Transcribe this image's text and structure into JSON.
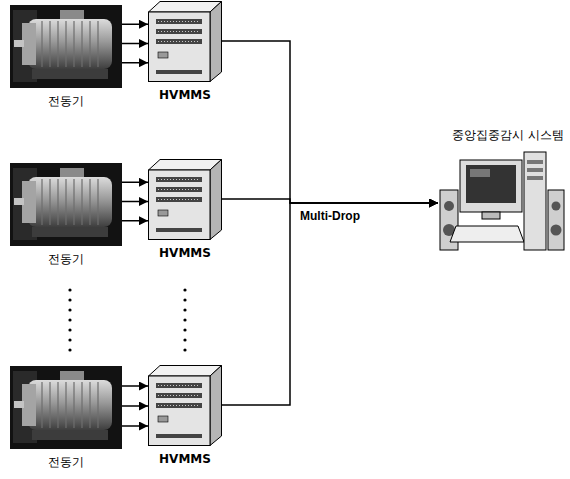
{
  "diagram": {
    "nodes": [
      {
        "text": [
          "전동기"
        ]
      },
      {
        "text": [
          "HVMMS"
        ]
      },
      {
        "text": [
          "전동기"
        ]
      },
      {
        "text": [
          "HVMMS"
        ]
      },
      {
        "text": [
          "전동기"
        ]
      },
      {
        "text": [
          "HVMMS"
        ]
      },
      {
        "text": [
          "중앙집중감시 시스템"
        ]
      }
    ],
    "edges": [
      {
        "from": 0,
        "to": 1,
        "arrow": "to"
      },
      {
        "from": 0,
        "to": 1,
        "arrow": "to"
      },
      {
        "from": 0,
        "to": 1,
        "arrow": "to"
      },
      {
        "from": 2,
        "to": 3,
        "arrow": "to"
      },
      {
        "from": 2,
        "to": 3,
        "arrow": "to"
      },
      {
        "from": 2,
        "to": 3,
        "arrow": "to"
      },
      {
        "from": 4,
        "to": 5,
        "arrow": "to"
      },
      {
        "from": 4,
        "to": 5,
        "arrow": "to"
      },
      {
        "from": 4,
        "to": 5,
        "arrow": "to"
      },
      {
        "from": 1,
        "to": 6,
        "arrow": "to"
      },
      {
        "from": 3,
        "to": 6,
        "label": "Multi-Drop",
        "arrow": "to"
      },
      {
        "from": 5,
        "to": 6,
        "arrow": "to"
      }
    ]
  }
}
